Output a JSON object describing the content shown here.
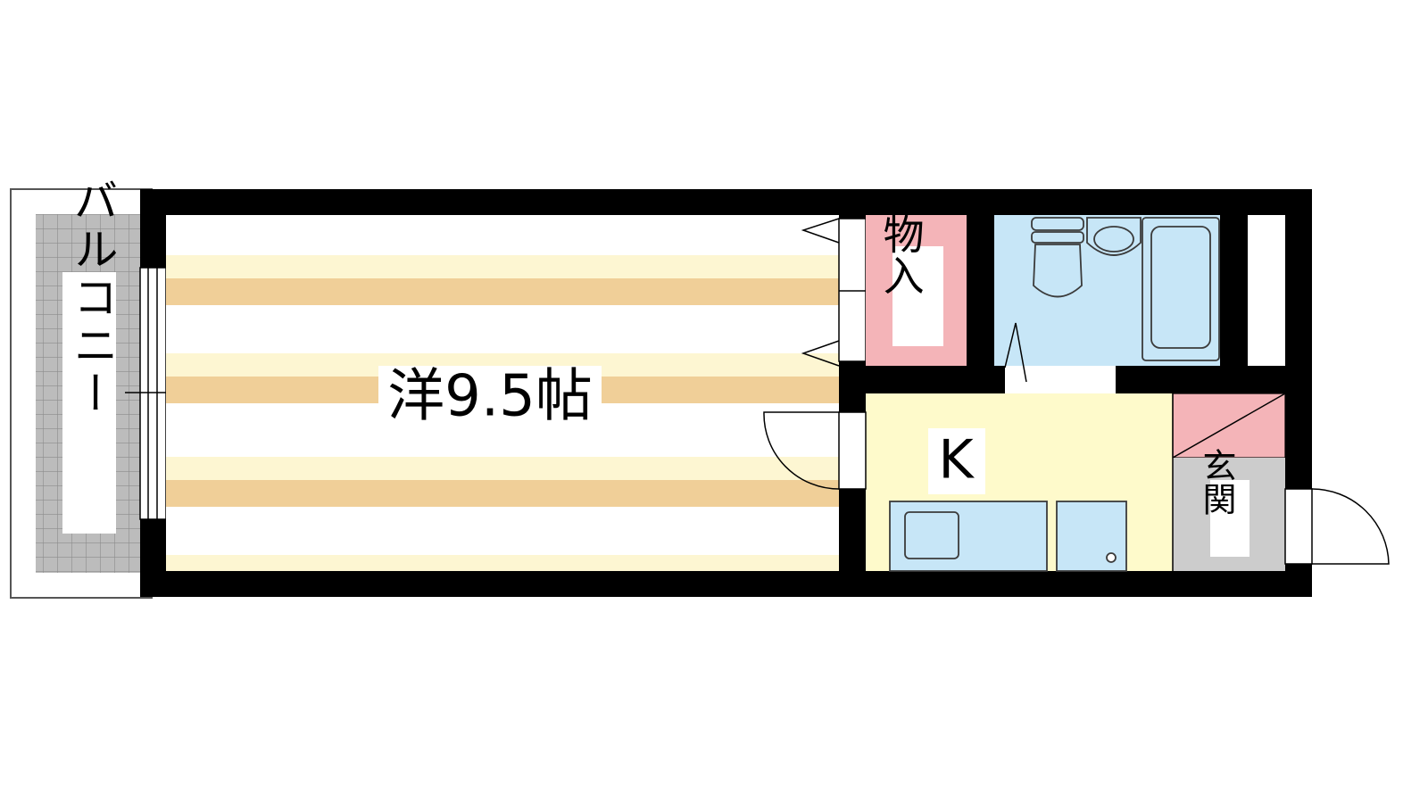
{
  "rooms": {
    "western_room": {
      "label": "洋9.5帖",
      "color": "#f0cf98",
      "stripe_light": "#fdf6d2"
    },
    "balcony": {
      "label": "バルコニー",
      "color": "#bcbcbc"
    },
    "storage": {
      "label": "物入",
      "color": "#f4b4b8"
    },
    "bathroom": {
      "color": "#c7e6f7"
    },
    "kitchen": {
      "label": "K",
      "color": "#fefacb"
    },
    "entrance": {
      "label": "玄関",
      "color": "#cccccc"
    }
  },
  "colors": {
    "wall": "#000000",
    "fixture": "#c7e6f7",
    "fixture_line": "#3b3b3b"
  }
}
